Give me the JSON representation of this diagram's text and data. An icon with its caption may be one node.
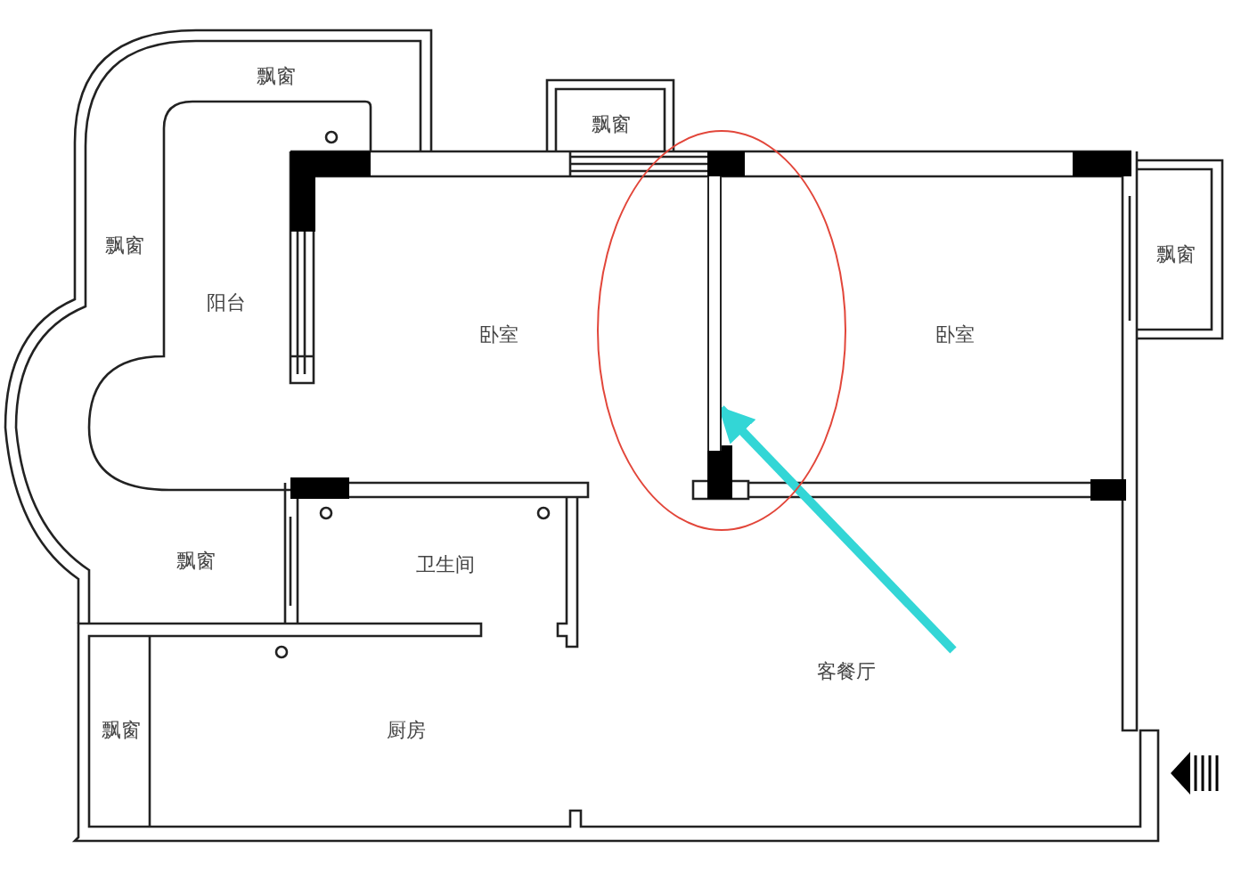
{
  "diagram": {
    "nodes": [
      {
        "text": [],
        "shape": "circle"
      },
      {
        "text": [],
        "shape": "bar",
        "in": 0
      }
    ],
    "edges": [
      {
        "from": null,
        "to": 1,
        "arrow": "to"
      }
    ],
    "labels": [
      "飘窗",
      "飘窗",
      "飘窗",
      "阳台",
      "卧室",
      "卧室",
      "飘窗",
      "飘窗",
      "卫生间",
      "客餐厅",
      "飘窗",
      "厨房"
    ]
  }
}
